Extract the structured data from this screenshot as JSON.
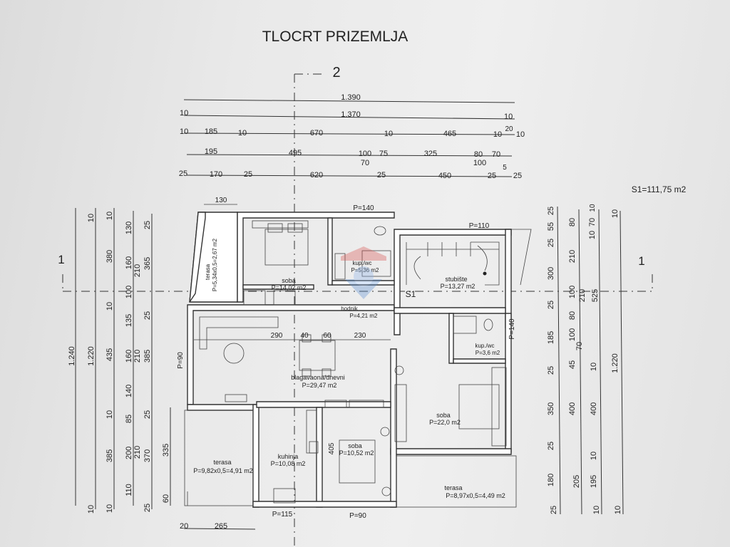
{
  "title": "TLOCRT PRIZEMLJA",
  "area_total": "S1=111,75 m2",
  "axis_labels": {
    "vertical": "2",
    "horizontal_left": "1",
    "horizontal_right": "1",
    "section": "S1"
  },
  "top_dims": {
    "row1": [
      "1.390"
    ],
    "row2": [
      "10",
      "1.370",
      "10"
    ],
    "row3": [
      "10",
      "185",
      "10",
      "670",
      "10",
      "465",
      "10",
      "20",
      "10"
    ],
    "row4": [
      "195",
      "495",
      "100",
      "70",
      "75",
      "325",
      "80",
      "100",
      "70"
    ],
    "row5": [
      "25",
      "170",
      "25",
      "620",
      "25",
      "450",
      "25",
      "5",
      "25"
    ]
  },
  "left_dims": {
    "col1": [
      "1.240"
    ],
    "col2": [
      "10",
      "1.220",
      "10"
    ],
    "col3": [
      "10",
      "380",
      "10",
      "435",
      "10",
      "385",
      "10"
    ],
    "col4": [
      "130",
      "160",
      "100",
      "135",
      "160",
      "140",
      "85",
      "200",
      "110"
    ],
    "col5": [
      "210",
      "210",
      "210"
    ],
    "col6": [
      "25",
      "365",
      "25",
      "385",
      "25",
      "370",
      "25"
    ]
  },
  "right_dims": {
    "col1": [
      "25",
      "55",
      "25",
      "300",
      "25",
      "185",
      "25",
      "350",
      "25",
      "180",
      "25"
    ],
    "col2": [
      "80",
      "210",
      "100",
      "80",
      "100",
      "70",
      "45",
      "400",
      "205"
    ],
    "col3": [
      "10",
      "70",
      "10",
      "210",
      "525",
      "10",
      "400",
      "10",
      "195",
      "10"
    ],
    "col4": [
      "10",
      "1.220",
      "10"
    ]
  },
  "openings": {
    "p140_top": "P=140",
    "p110": "P=110",
    "p140_right": "P=140",
    "p90_left": "P=90",
    "p115": "P=115",
    "p90_bottom": "P=90"
  },
  "misc_dims": {
    "d130": "130",
    "d290": "290",
    "d40": "40",
    "d60": "60",
    "d230": "230",
    "d405": "405",
    "d335": "335",
    "d60b": "60",
    "d20": "20",
    "d265": "265"
  },
  "rooms": [
    {
      "name": "terasa",
      "area": "P=5,34x0,5=2,67 m2"
    },
    {
      "name": "soba",
      "area": "P=14,02 m2"
    },
    {
      "name": "kup./wc",
      "area": "P=5,36 m2"
    },
    {
      "name": "stubište",
      "area": "P=13,27 m2"
    },
    {
      "name": "hodnik",
      "area": "P=4,21 m2"
    },
    {
      "name": "kup./wc",
      "area": "P=3,6 m2"
    },
    {
      "name": "blagavaona/dnevni",
      "area": "P=29,47 m2"
    },
    {
      "name": "soba",
      "area": "P=22,0 m2"
    },
    {
      "name": "terasa",
      "area": "P=9,82x0,5=4,91 m2"
    },
    {
      "name": "kuhinja",
      "area": "P=10,08 m2"
    },
    {
      "name": "soba",
      "area": "P=10,52 m2"
    },
    {
      "name": "terasa",
      "area": "P=8,97x0,5=4,49 m2"
    }
  ],
  "colors": {
    "paper": "#e9e9e9",
    "ink": "#222222",
    "watermark": "#d9534f"
  }
}
